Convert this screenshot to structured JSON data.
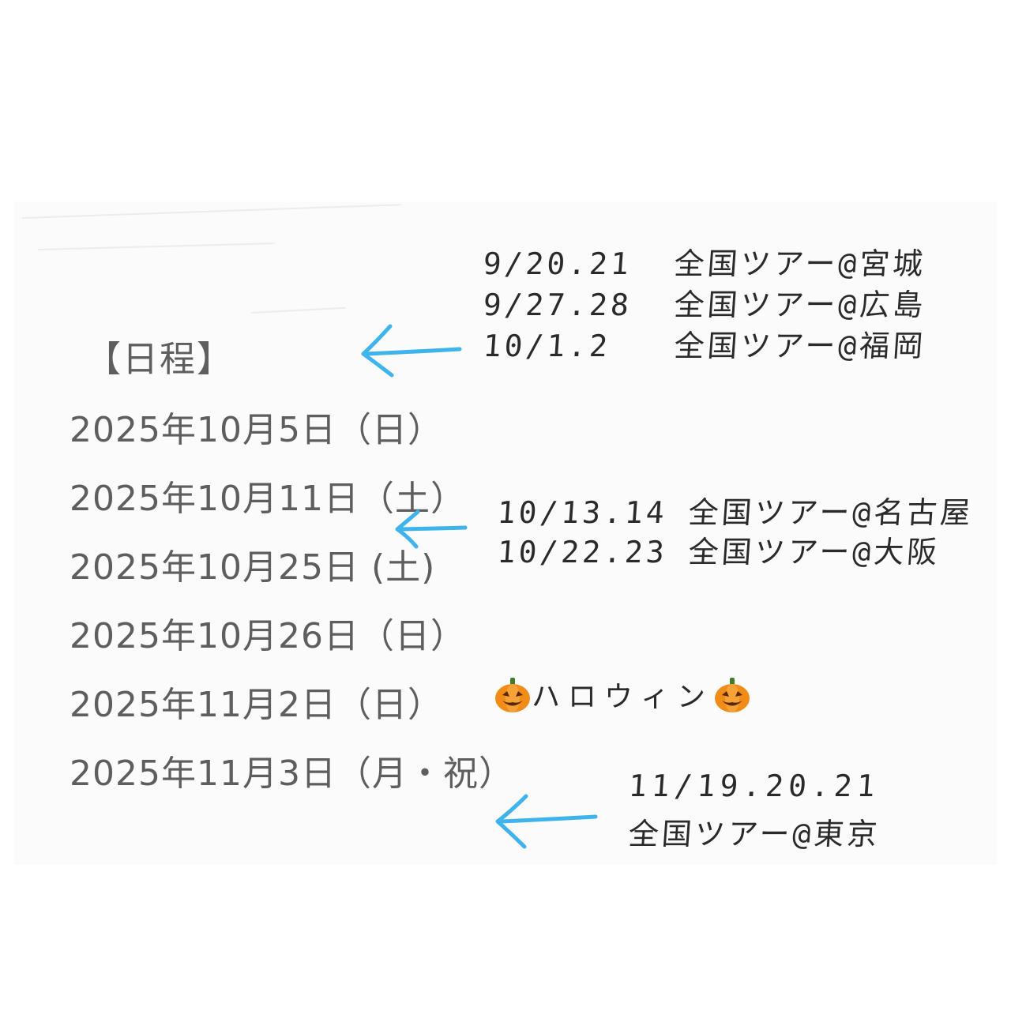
{
  "schedule": {
    "heading": "【日程】",
    "dates": [
      "2025年10月5日（日）",
      "2025年10月11日（土）",
      "2025年10月25日 (土)",
      "2025年10月26日（日）",
      "2025年11月2日（日）",
      "2025年11月3日（月・祝）"
    ]
  },
  "halloween": {
    "label": "ハロウィン",
    "icon": "jack-o-lantern"
  },
  "notes": {
    "group1": [
      "9/20.21  全国ツアー@宮城",
      "9/27.28  全国ツアー@広島",
      "10/1.2   全国ツアー@福岡"
    ],
    "group2": [
      "10/13.14 全国ツアー@名古屋",
      "10/22.23 全国ツアー@大阪"
    ],
    "group3": [
      "11/19.20.21",
      "全国ツアー@東京"
    ]
  },
  "colors": {
    "arrow": "#3fb4ec",
    "printed_text": "#5e5e5e",
    "handwriting": "#2a2a2a",
    "pumpkin": "#f28c18"
  }
}
